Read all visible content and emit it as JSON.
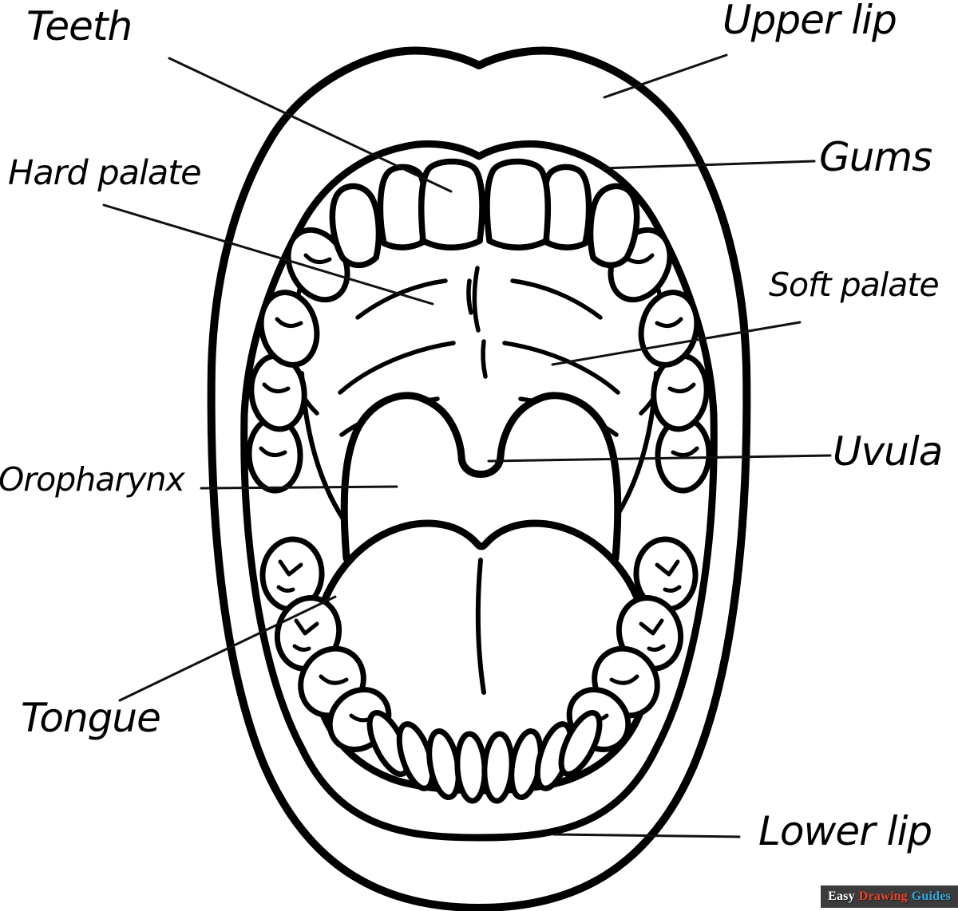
{
  "diagram": {
    "labels": {
      "teeth": "Teeth",
      "upper_lip": "Upper lip",
      "gums": "Gums",
      "hard_palate": "Hard palate",
      "soft_palate": "Soft palate",
      "uvula": "Uvula",
      "oropharynx": "Oropharynx",
      "tongue": "Tongue",
      "lower_lip": "Lower lip"
    },
    "line_color": "#000000",
    "background_color": "#ffffff"
  },
  "watermark": {
    "easy": "Easy",
    "drawing": "Drawing",
    "guides": "Guides",
    "background": "#3b3b3b",
    "easy_color": "#ffffff",
    "drawing_color": "#e8432c",
    "guides_color": "#36a9e1"
  }
}
